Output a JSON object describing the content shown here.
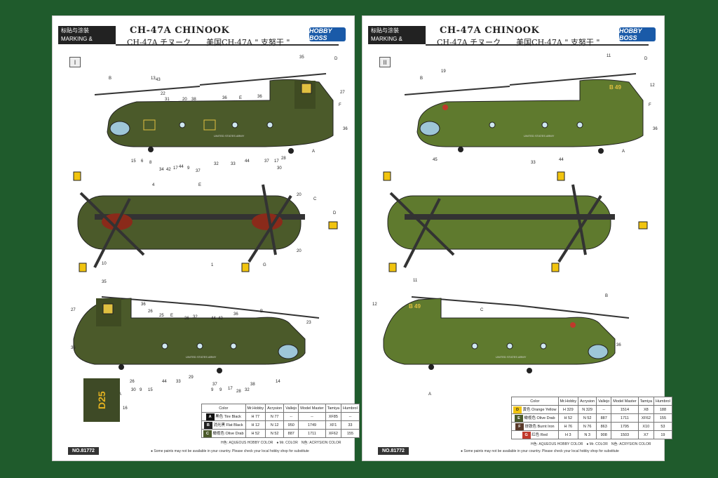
{
  "left": {
    "header": {
      "cn": "标贴与涂装",
      "en": "MARKING & PAINTING",
      "title": "CH-47A CHINOOK",
      "subtitle": "CH-47A チヌーク　　美国CH-47A \" 支努干 \"",
      "brand": "HOBBY BOSS"
    },
    "roman": "I",
    "decal": "D25",
    "side_labels": [
      "B",
      "13",
      "43",
      "22",
      "31",
      "20",
      "38",
      "36",
      "E",
      "36",
      "35",
      "D",
      "27",
      "F",
      "36",
      "A",
      "15",
      "6",
      "8",
      "34",
      "42",
      "17",
      "44",
      "9",
      "37",
      "29",
      "32",
      "33",
      "37",
      "44",
      "37",
      "17",
      "26",
      "30",
      "30"
    ],
    "table": {
      "headers": [
        "Color",
        "Mr.Hobby",
        "Acrysion",
        "Vallejo",
        "Model Master",
        "Tamiya",
        "Humbrol"
      ],
      "rows": [
        {
          "key": "A",
          "name": "黑色 Tire Black",
          "mrhobby": "H 77",
          "acry": "N 77",
          "vallejo": "--",
          "mm": "--",
          "tamiya": "XF85",
          "humbrol": "--",
          "color": "#111111"
        },
        {
          "key": "B",
          "name": "消光黑 Flat Black",
          "mrhobby": "H 12",
          "acry": "N 12",
          "vallejo": "950",
          "mm": "1749",
          "tamiya": "XF1",
          "humbrol": "33",
          "color": "#222222"
        },
        {
          "key": "C",
          "name": "橄榄色 Olive Drab",
          "mrhobby": "H 52",
          "acry": "N 52",
          "vallejo": "887",
          "mm": "1711",
          "tamiya": "XF62",
          "humbrol": "155",
          "color": "#4b5a2a"
        }
      ],
      "foot": "H色: AQUEOUS HOBBY COLOR　● Mr. COLOR　N色: ACRYSION COLOR"
    },
    "footer_no": "NO.81772",
    "footer_note": "● Some paints may not be available in your country. Please check your local hobby shop for substitute"
  },
  "right": {
    "header": {
      "cn": "标贴与涂装",
      "en": "MARKING & PAINTING",
      "title": "CH-47A CHINOOK",
      "subtitle": "CH-47A チヌーク　　美国CH-47A \" 支努干 \"",
      "brand": "HOBBY BOSS"
    },
    "roman": "II",
    "tail_code": "B 49",
    "table": {
      "headers": [
        "Color",
        "Mr.Hobby",
        "Acrysion",
        "Vallejo",
        "Model Master",
        "Tamiya",
        "Humbrol"
      ],
      "rows": [
        {
          "key": "D",
          "name": "黄色 Orange Yellow",
          "mrhobby": "H 329",
          "acry": "N 329",
          "vallejo": "--",
          "mm": "1514",
          "tamiya": "X8",
          "humbrol": "188",
          "color": "#f1c40f"
        },
        {
          "key": "E",
          "name": "橄榄色 Olive Drab",
          "mrhobby": "H 52",
          "acry": "N 52",
          "vallejo": "887",
          "mm": "1711",
          "tamiya": "XF62",
          "humbrol": "155",
          "color": "#4b5a2a"
        },
        {
          "key": "F",
          "name": "烧铁色 Burnt Iron",
          "mrhobby": "H 76",
          "acry": "N 76",
          "vallejo": "863",
          "mm": "1795",
          "tamiya": "X10",
          "humbrol": "53",
          "color": "#5a3a2a"
        },
        {
          "key": "G",
          "name": "红色 Red",
          "mrhobby": "H 3",
          "acry": "N 3",
          "vallejo": "908",
          "mm": "1503",
          "tamiya": "X7",
          "humbrol": "19",
          "color": "#c0392b"
        }
      ],
      "foot": "H色: AQUEOUS HOBBY COLOR　● Mr. COLOR　N色: ACRYSION COLOR"
    },
    "footer_no": "NO.81772",
    "footer_note": "● Some paints may not be available in your country. Please check your local hobby shop for substitute"
  }
}
